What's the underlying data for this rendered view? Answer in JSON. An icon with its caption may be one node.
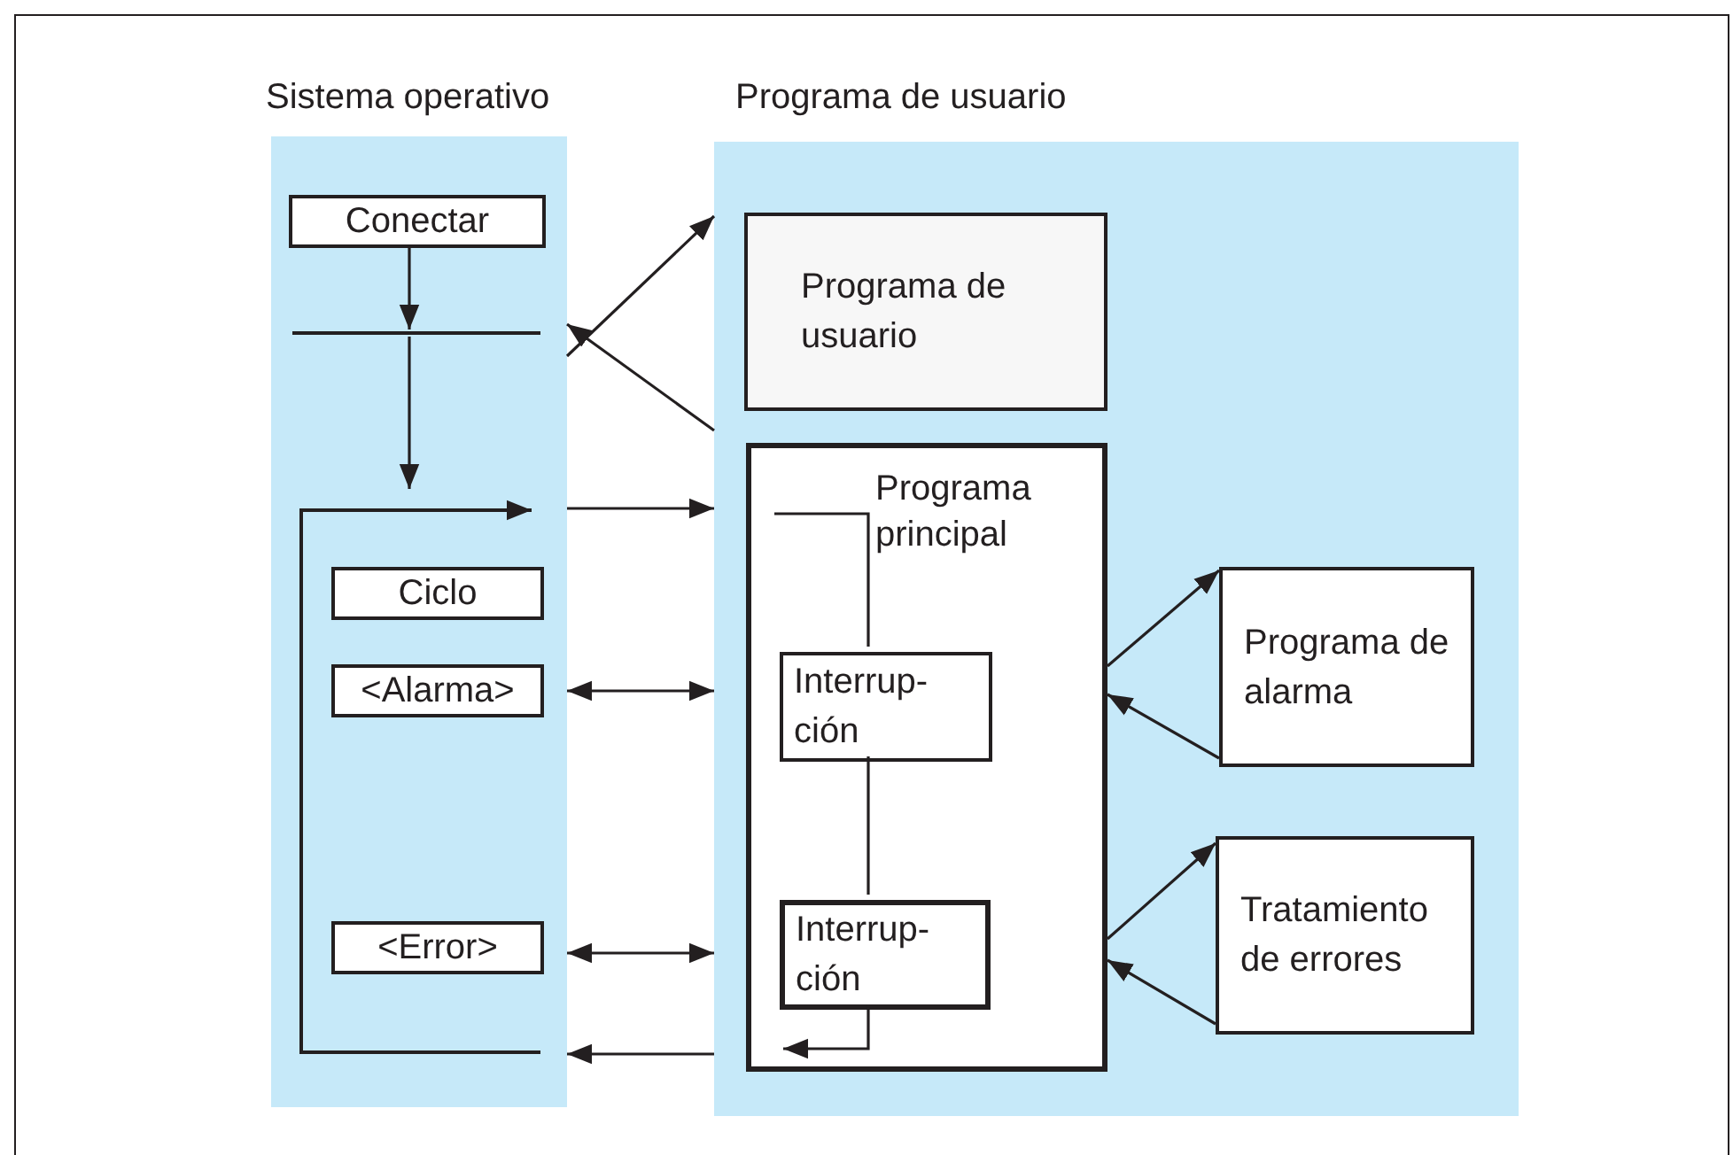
{
  "diagram": {
    "nodes": [
      {
        "text": [
          "Sistema operativo"
        ]
      },
      {
        "text": [
          "Conectar"
        ],
        "in": 0
      },
      {
        "text": [],
        "shape": "bar",
        "in": 0
      },
      {
        "text": [
          "Ciclo"
        ],
        "in": 0
      },
      {
        "text": [
          "<Alarma>"
        ],
        "in": 0
      },
      {
        "text": [
          "<Error>"
        ],
        "in": 0
      },
      {
        "text": [
          "Programa de usuario"
        ]
      },
      {
        "text": [
          "Programa de usuario"
        ],
        "in": 6
      },
      {
        "text": [
          "Programa principal"
        ],
        "in": 6
      },
      {
        "text": [
          "Interrup- ción"
        ],
        "in": 8
      },
      {
        "text": [
          "Interrup- ción"
        ],
        "in": 8
      },
      {
        "text": [
          "Programa de alarma"
        ],
        "in": 6
      },
      {
        "text": [
          "Tratamiento de errores"
        ],
        "in": 6
      }
    ],
    "edges": [
      {
        "from": 1,
        "to": 2,
        "arrow": "to"
      },
      {
        "from": 2,
        "to": null,
        "arrow": "to"
      },
      {
        "from": 0,
        "to": 6,
        "arrow": "to"
      },
      {
        "from": 6,
        "to": 0,
        "arrow": "to"
      },
      {
        "from": 0,
        "to": 6,
        "arrow": "to"
      },
      {
        "from": 0,
        "to": 6,
        "arrow": "both"
      },
      {
        "from": 0,
        "to": 6,
        "arrow": "both"
      },
      {
        "from": 6,
        "to": 0,
        "arrow": "to"
      },
      {
        "from": 8,
        "to": 11,
        "arrow": "to"
      },
      {
        "from": 11,
        "to": 8,
        "arrow": "to"
      },
      {
        "from": 8,
        "to": 12,
        "arrow": "to"
      },
      {
        "from": 12,
        "to": 8,
        "arrow": "to"
      },
      {
        "from": null,
        "to": 9,
        "arrow": "none"
      },
      {
        "from": 9,
        "to": 10,
        "arrow": "none"
      },
      {
        "from": 10,
        "to": null,
        "arrow": "to"
      }
    ]
  }
}
